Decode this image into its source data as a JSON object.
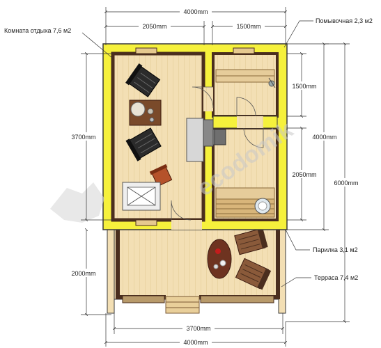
{
  "rooms": {
    "rest_room": "Комната отдыха 7,6 м2",
    "wash_room": "Помывочная 2,3 м2",
    "steam_room": "Парилка 3,1 м2",
    "terrace": "Терраса 7,4 м2"
  },
  "dimensions": {
    "total_width_top": "4000mm",
    "rest_width": "2050mm",
    "wash_width": "1500mm",
    "house_depth_left": "3700mm",
    "wash_depth": "1500mm",
    "house_depth_right": "4000mm",
    "steam_depth": "2050mm",
    "total_depth": "6000mm",
    "terrace_depth": "2000mm",
    "terrace_width": "3700mm",
    "total_width_bottom": "4000mm"
  },
  "watermark": "ecodomik",
  "colors": {
    "wall": "#f6f13c",
    "wood": "#f3dfb4",
    "wood_line": "#e2c892",
    "outline": "#3a3a3a",
    "dim_line": "#333333",
    "dark_wood": "#4a2e1e"
  }
}
